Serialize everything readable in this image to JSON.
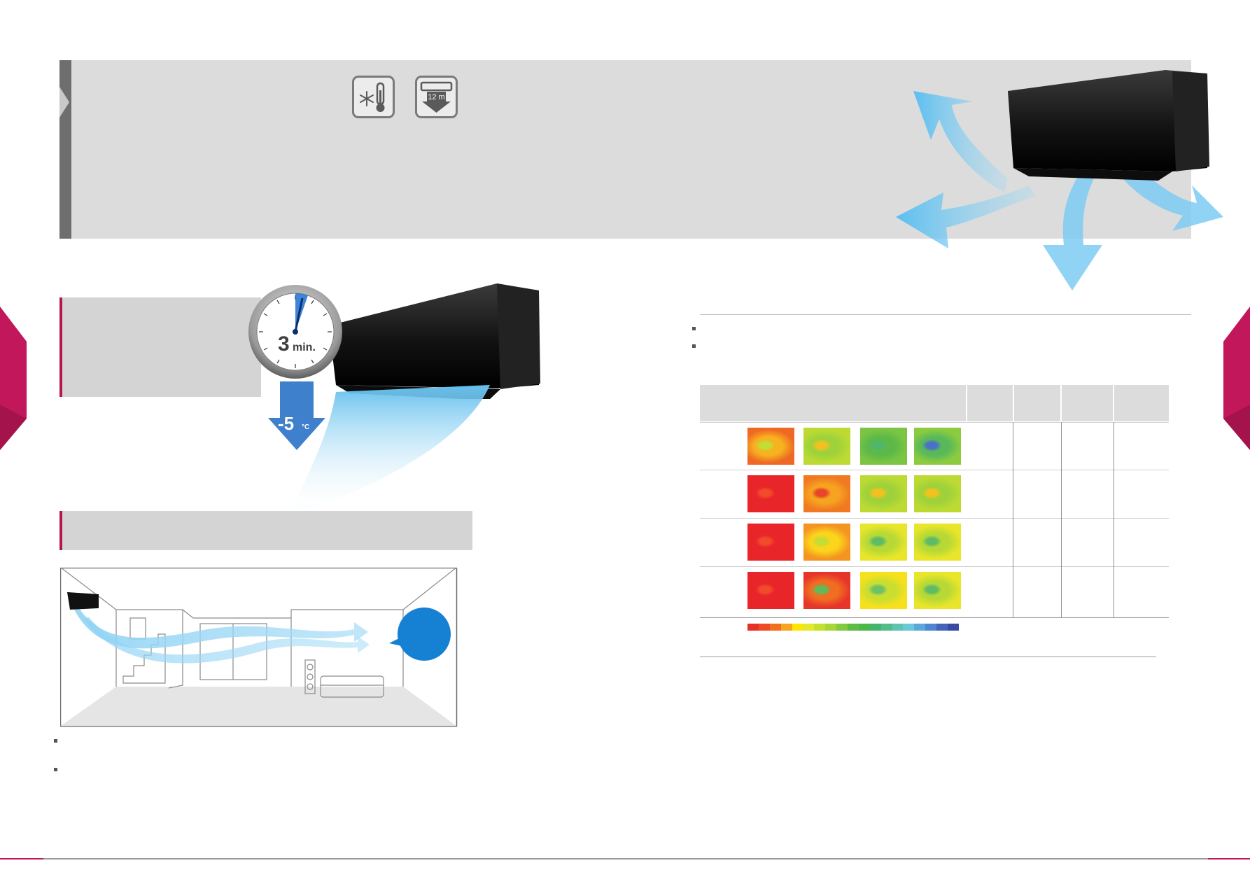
{
  "header": {
    "icons": [
      "snowflake-thermometer-icon",
      "airflow-12m-icon"
    ],
    "airflow_distance_label": "12 m"
  },
  "cooling": {
    "timer_label_number": "3",
    "timer_label_unit": "min.",
    "temperature_drop_number": "-5",
    "temperature_drop_unit": "°C"
  },
  "colors": {
    "accent": "#b5174a",
    "panel_gray": "#dcdcdc",
    "arrow_blue": "#3f80cc",
    "air_blue": "#6cc4ee"
  },
  "heatmap": {
    "rows": [
      [
        "orange-green",
        "yellowgreen",
        "green",
        "green-blue"
      ],
      [
        "red",
        "orange",
        "yellowgreen",
        "yellowgreen"
      ],
      [
        "red",
        "orange-yellow",
        "yellow-green",
        "yellow-green"
      ],
      [
        "red",
        "red-orange",
        "yellow",
        "yellow-green"
      ]
    ],
    "scale_colors": [
      "#e53126",
      "#ef4a23",
      "#f26f21",
      "#f7a520",
      "#fde600",
      "#e4e82b",
      "#c6df2d",
      "#a6d638",
      "#84c941",
      "#5fbb46",
      "#4cb848",
      "#45b56c",
      "#51bb8c",
      "#5ec3b0",
      "#6ac8d8",
      "#5ba8dd",
      "#4f87cf",
      "#4566b8",
      "#3a4ba2"
    ]
  }
}
